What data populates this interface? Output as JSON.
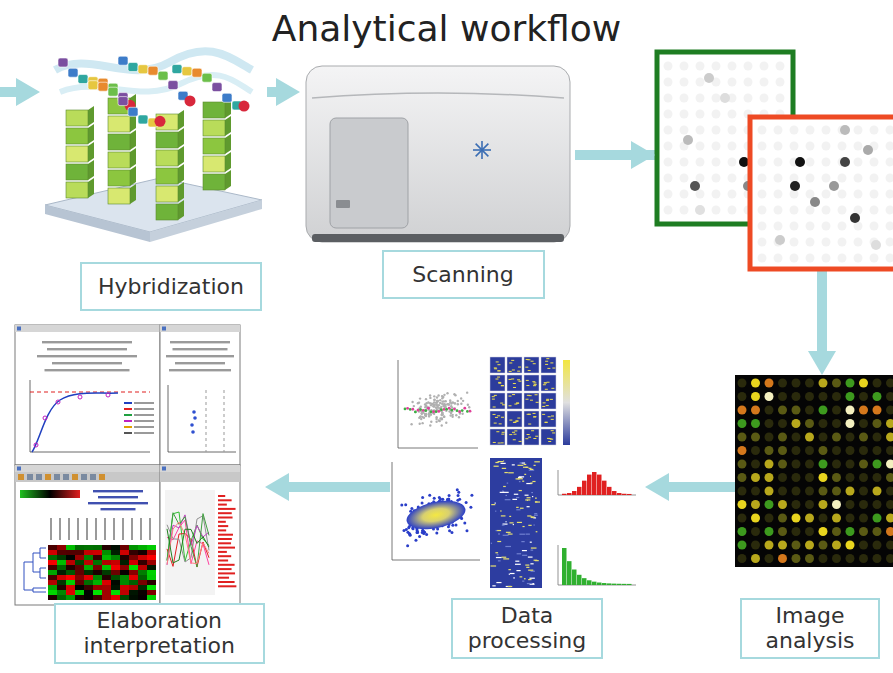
{
  "diagram": {
    "title": "Analytical workflow",
    "nodes": [
      {
        "text": [
          "Hybridization"
        ]
      },
      {
        "text": [
          "Scanning"
        ]
      },
      {
        "text": [
          "Image analysis"
        ]
      },
      {
        "text": [
          "Data processing"
        ]
      },
      {
        "text": [
          "Elaboration interpretation"
        ]
      }
    ],
    "edges": [
      {
        "from": 0,
        "to": 1,
        "arrow": "to"
      },
      {
        "from": 1,
        "to": 2,
        "arrow": "to"
      },
      {
        "from": 2,
        "to": 3,
        "arrow": "to"
      },
      {
        "from": 3,
        "to": 4,
        "arrow": "to"
      }
    ]
  }
}
